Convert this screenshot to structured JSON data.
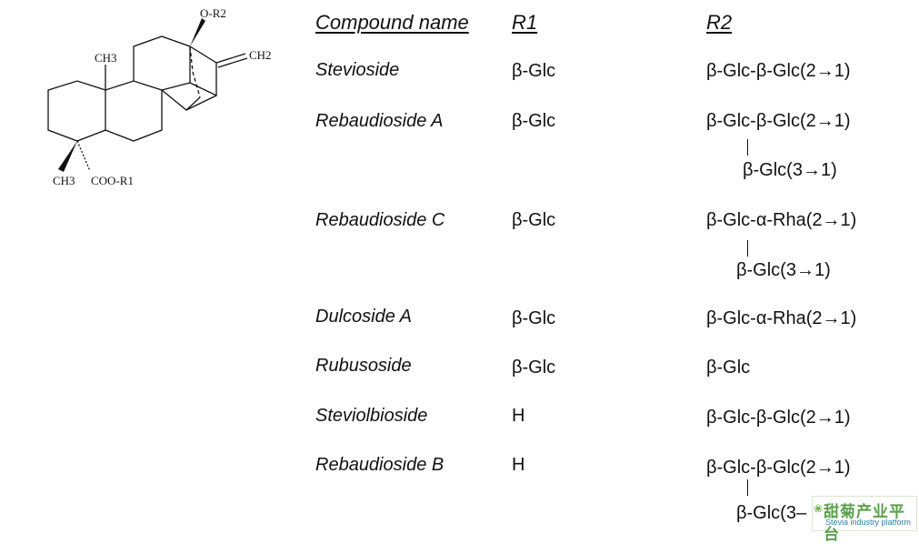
{
  "structure": {
    "labels": {
      "o_r2": "O-R2",
      "ch3_top": "CH3",
      "ch2": "CH2",
      "ch3_bottom": "CH3",
      "coo_r1": "COO-R1"
    }
  },
  "table": {
    "headers": {
      "name": "Compound name",
      "r1": "R1",
      "r2": "R2"
    },
    "rows": [
      {
        "name": "Stevioside",
        "r1": "β-Glc",
        "r2": "β-Glc-β-Glc(2→1)"
      },
      {
        "name": "Rebaudioside A",
        "r1": "β-Glc",
        "r2": "β-Glc-β-Glc(2→1)",
        "r2_sub": "β-Glc(3→1)"
      },
      {
        "name": "Rebaudioside C",
        "r1": "β-Glc",
        "r2": "β-Glc-α-Rha(2→1)",
        "r2_sub": "β-Glc(3→1)"
      },
      {
        "name": "Dulcoside A",
        "r1": "β-Glc",
        "r2": "β-Glc-α-Rha(2→1)"
      },
      {
        "name": "Rubusoside",
        "r1": "β-Glc",
        "r2": "β-Glc"
      },
      {
        "name": "Steviolbioside",
        "r1": "H",
        "r2": "β-Glc-β-Glc(2→1)"
      },
      {
        "name": "Rebaudioside B",
        "r1": "H",
        "r2": "β-Glc-β-Glc(2→1)",
        "r2_sub": "β-Glc(3–"
      }
    ]
  },
  "watermark": {
    "icon": "leaf-icon",
    "text_cn": "甜菊产业平台",
    "text_en": "Stevia industry platform"
  }
}
